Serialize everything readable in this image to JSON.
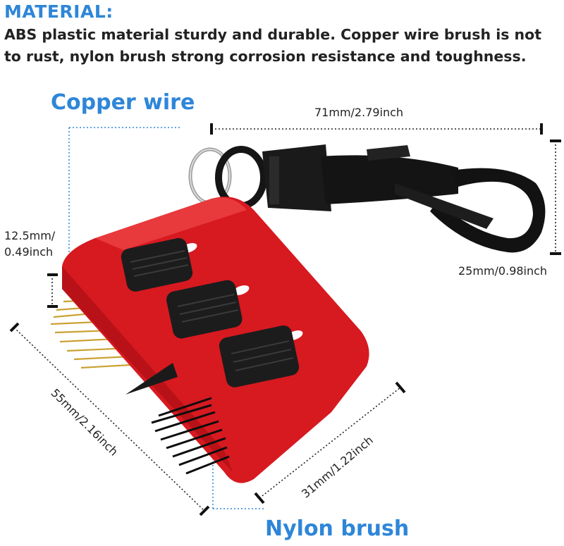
{
  "header": {
    "title": "MATERIAL:",
    "description": "ABS plastic material sturdy and durable. Copper wire brush is not to rust, nylon brush strong corrosion resistance and toughness."
  },
  "callouts": {
    "copper": "Copper wire",
    "nylon": "Nylon brush"
  },
  "dimensions": {
    "width_top": "71mm/2.79inch",
    "clip_height": "25mm/0.98inch",
    "bristle_line1": "12.5mm/",
    "bristle_line2": "0.49inch",
    "length": "55mm/2.16inch",
    "depth": "31mm/1.22inch"
  },
  "colors": {
    "accent": "#2e86d8",
    "body": "#d71920",
    "clip": "#111111",
    "copper": "#c9a233"
  }
}
